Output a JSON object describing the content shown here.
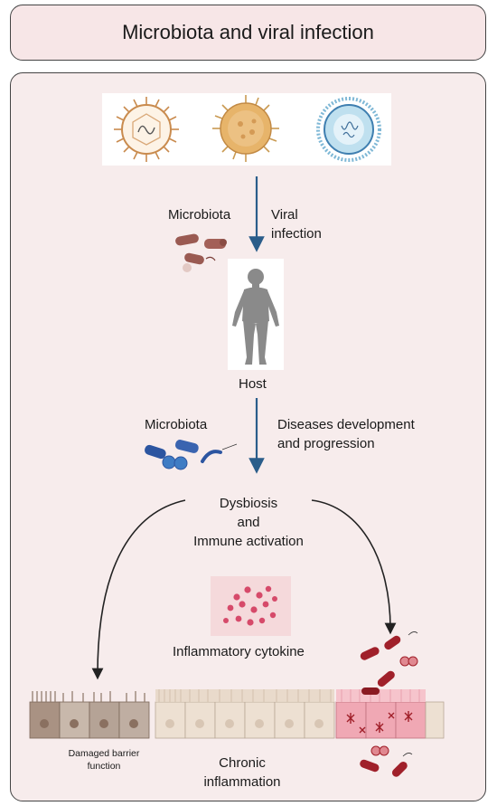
{
  "title": "Microbiota and viral infection",
  "labels": {
    "microbiota_top": "Microbiota",
    "viral_infection": "Viral\ninfection",
    "host": "Host",
    "microbiota_mid": "Microbiota",
    "diseases": "Diseases development\nand progression",
    "dysbiosis": "Dysbiosis\nand\nImmune activation",
    "cytokine": "Inflammatory cytokine",
    "damaged_barrier": "Damaged barrier\nfunction",
    "chronic": "Chronic\ninflammation"
  },
  "colors": {
    "title_bg": "#f7e6e7",
    "panel_bg": "#f7ecec",
    "arrow_blue": "#2a5d8a",
    "bacteria_brown": "#9a5a52",
    "bacteria_blue": "#2c55a0",
    "bacteria_red": "#a0202a",
    "cytokine": "#d64a6a",
    "human": "#8a8a8a"
  },
  "icons": [
    "virus-icon",
    "virus-icon",
    "virus-icon",
    "human-body-icon",
    "bacteria-icon",
    "cytokine-icon",
    "epithelial-cells-icon"
  ]
}
